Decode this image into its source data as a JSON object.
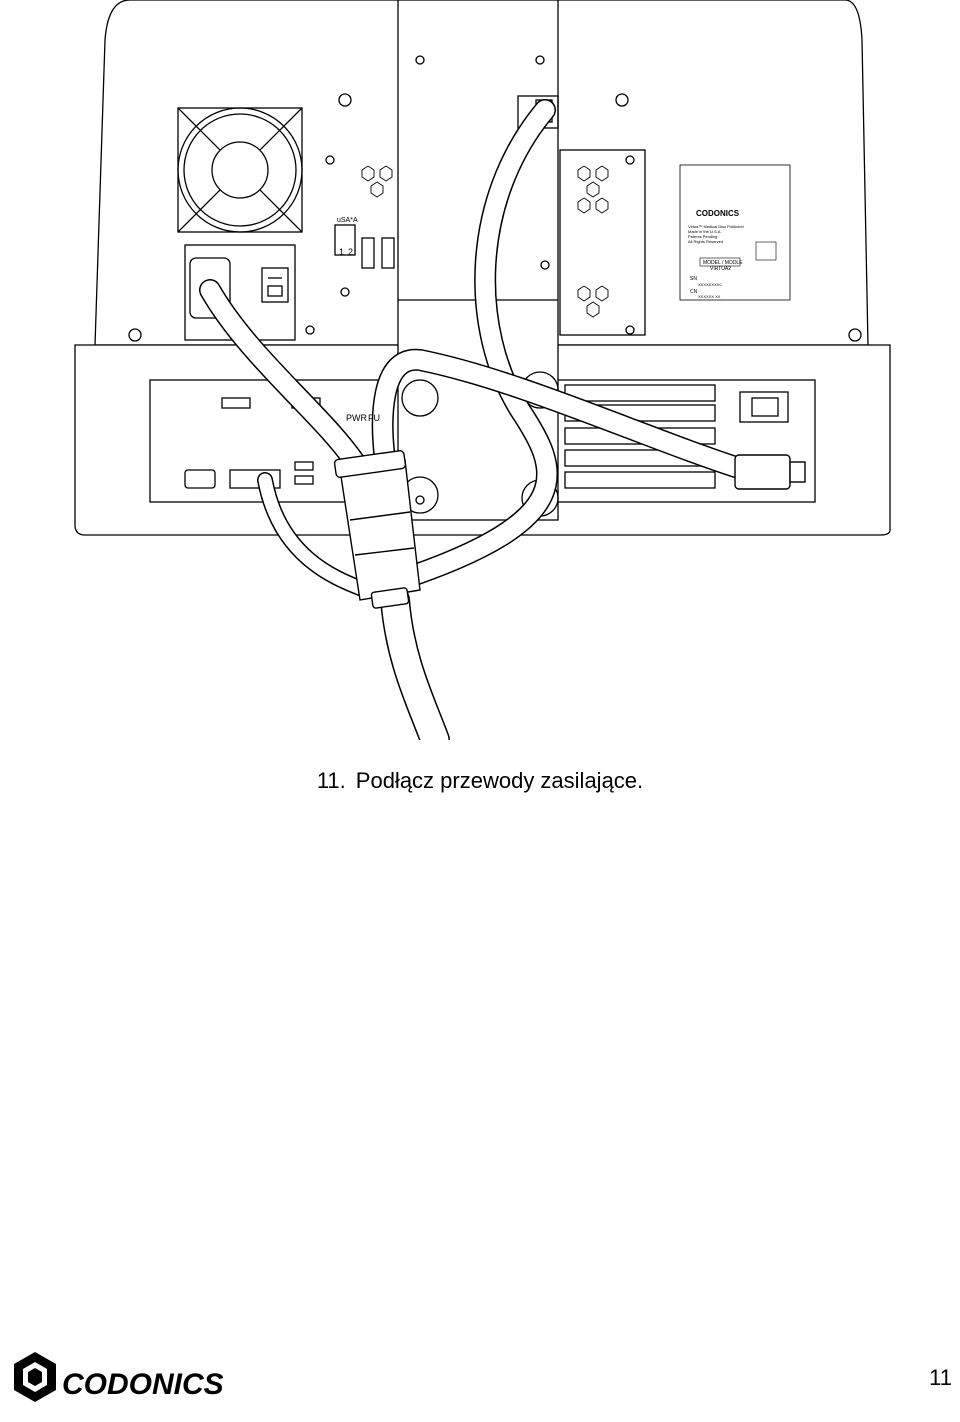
{
  "figure": {
    "label_panel": {
      "brand": "CODONICS",
      "model_label": "MODEL / MODLE",
      "model_value": "VIRTUA2",
      "sn_label": "SN",
      "sn_value": "XXXXXXXXC",
      "cn_label": "CN",
      "cn_value": "XXXXXX XX",
      "notice_lines": [
        "Virtua™ Medical Disc Publisher",
        "Made in the U.S.A.",
        "Patents Pending",
        "All Rights Reserved"
      ]
    },
    "port_labels": {
      "usb_a": "uSA*A",
      "pwr": "PWR",
      "fu": "FU",
      "slot_1": "1",
      "slot_2": "2"
    }
  },
  "caption": {
    "number": "11.",
    "text": "Podłącz przewody zasilające."
  },
  "footer": {
    "brand": "CODONICS",
    "page_number": "11"
  }
}
